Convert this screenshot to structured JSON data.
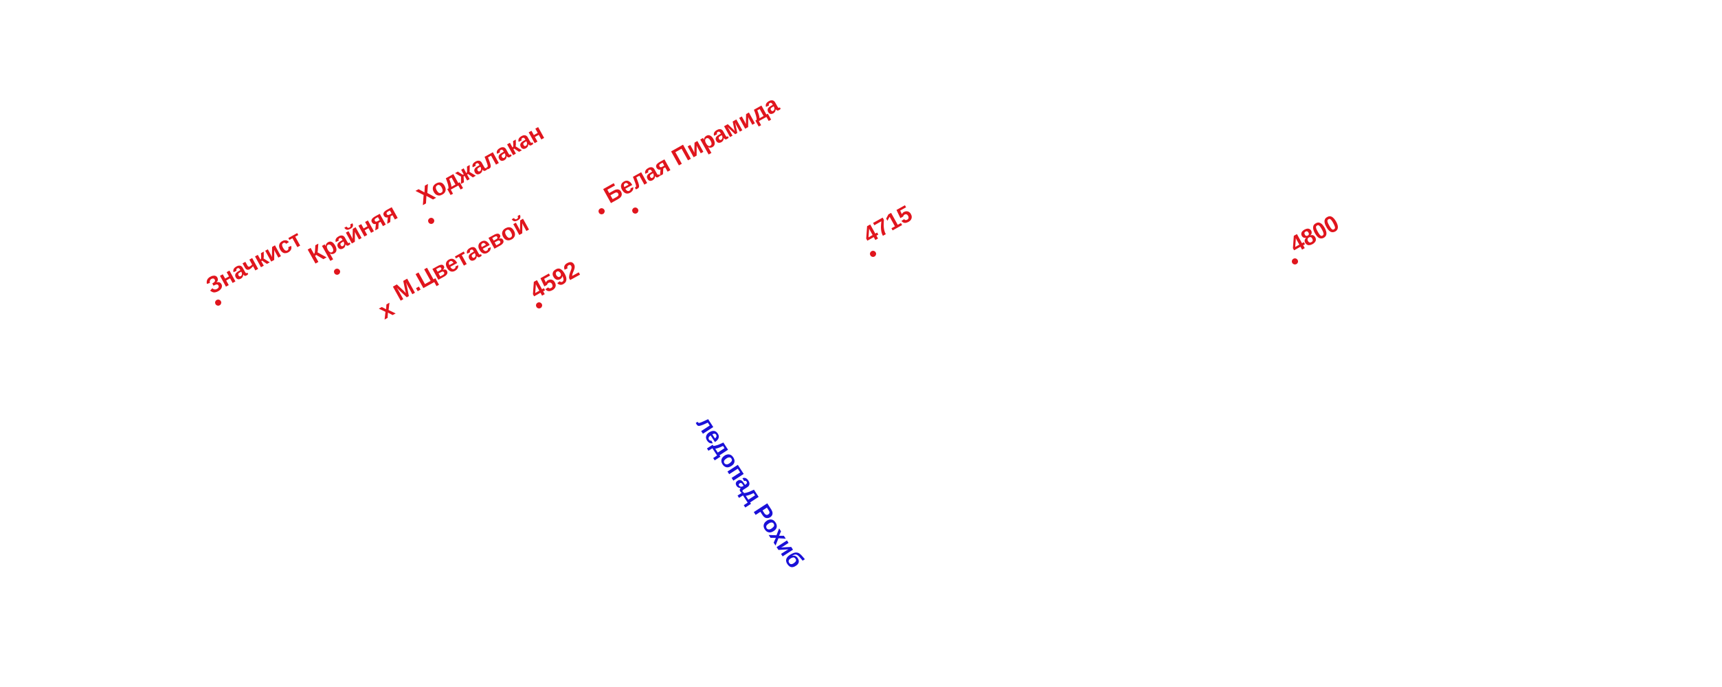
{
  "map": {
    "colors": {
      "peak_labels": "#e0151d",
      "glacier_labels": "#1a10d8",
      "background": "#ffffff"
    },
    "peaks": [
      {
        "id": "znachkist",
        "name": "Значкист",
        "marker": "dot"
      },
      {
        "id": "krainyaya",
        "name": "Крайняя",
        "marker": "dot"
      },
      {
        "id": "khodzhalakan",
        "name": "Ходжалакан",
        "marker": "dot"
      },
      {
        "id": "tsvetaevoi",
        "name": "М.Цветаевой",
        "marker": "cross"
      },
      {
        "id": "h4592",
        "name": "4592",
        "marker": "dot"
      },
      {
        "id": "belaya-piramida",
        "name": "Белая Пирамида",
        "marker": "dot"
      },
      {
        "id": "h4715",
        "name": "4715",
        "marker": "dot"
      },
      {
        "id": "h4800",
        "name": "4800",
        "marker": "dot"
      }
    ],
    "glaciers": [
      {
        "id": "rokhib",
        "name": "ледопад Рохиб"
      }
    ]
  }
}
